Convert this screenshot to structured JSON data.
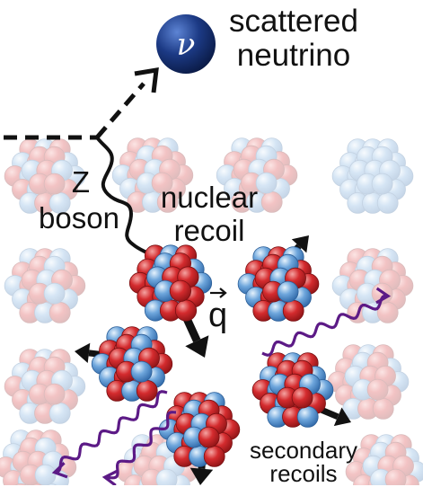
{
  "labels": {
    "scattered": "scattered",
    "neutrino": "neutrino",
    "nu_symbol": "ν",
    "z": "Z",
    "boson": "boson",
    "nuclear": "nuclear",
    "recoil": "recoil",
    "q_vector": "q",
    "secondary": "secondary",
    "recoils": "recoils"
  },
  "colors": {
    "proton": "#d42b2e",
    "neutron": "#4f8fcf",
    "neutrino_ball": "#16306e",
    "photon_wave": "#5c1a86",
    "arrow": "#111111"
  }
}
